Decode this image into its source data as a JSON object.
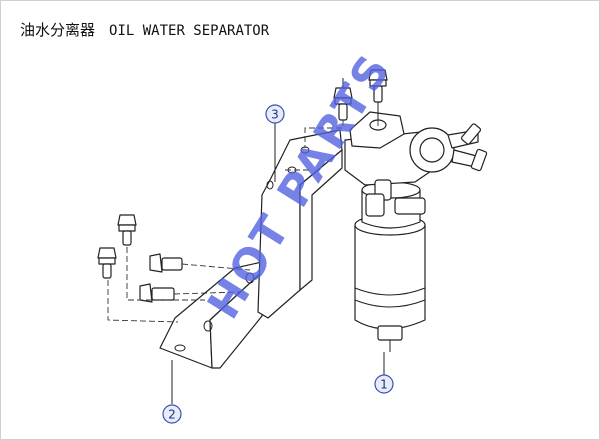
{
  "title": {
    "cn": "油水分离器",
    "en": "OIL WATER SEPARATOR"
  },
  "callouts": [
    "1",
    "2",
    "3"
  ],
  "watermark": "HOT PARTS",
  "colors": {
    "callout": "#3a4fb5",
    "watermark": "#5060e0",
    "line": "#222222"
  }
}
